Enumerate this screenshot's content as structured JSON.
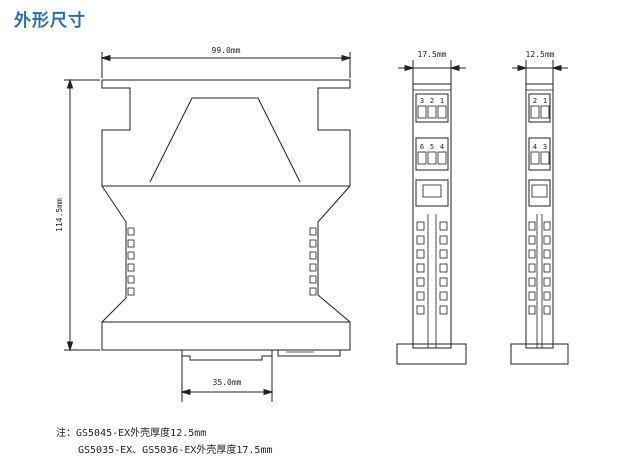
{
  "title": "外形尺寸",
  "dimensions": {
    "width_side": "99.0mm",
    "height_side": "114.5mm",
    "rail": "35.0mm",
    "front_wide": "17.5mm",
    "front_narrow": "12.5mm"
  },
  "terminals": {
    "wide_top": [
      "3",
      "2",
      "1"
    ],
    "wide_bottom": [
      "6",
      "5",
      "4"
    ],
    "narrow_top": [
      "2",
      "1"
    ],
    "narrow_bottom": [
      "4",
      "3"
    ]
  },
  "notes": {
    "line1": "注：GS5045-EX外壳厚度12.5mm",
    "line2": "GS5035-EX、GS5036-EX外壳厚度17.5mm"
  }
}
